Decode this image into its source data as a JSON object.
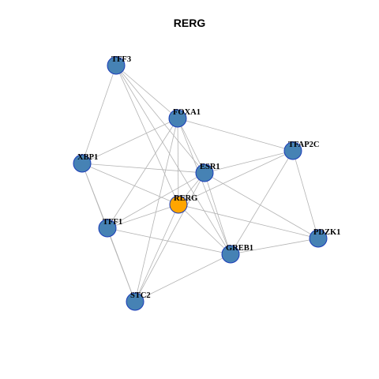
{
  "title": "RERG",
  "colors": {
    "node_default": "#4682b4",
    "node_highlight": "#ffa500",
    "node_border": "#1a3cb8",
    "edge": "#b3b3b3"
  },
  "nodes": [
    {
      "id": "TFF3",
      "label": "TFF3",
      "highlight": false
    },
    {
      "id": "FOXA1",
      "label": "FOXA1",
      "highlight": false
    },
    {
      "id": "TFAP2C",
      "label": "TFAP2C",
      "highlight": false
    },
    {
      "id": "XBP1",
      "label": "XBP1",
      "highlight": false
    },
    {
      "id": "ESR1",
      "label": "ESR1",
      "highlight": false
    },
    {
      "id": "RERG",
      "label": "RERG",
      "highlight": true
    },
    {
      "id": "TFF1",
      "label": "TFF1",
      "highlight": false
    },
    {
      "id": "PDZK1",
      "label": "PDZK1",
      "highlight": false
    },
    {
      "id": "GREB1",
      "label": "GREB1",
      "highlight": false
    },
    {
      "id": "STC2",
      "label": "STC2",
      "highlight": false
    }
  ],
  "edges": [
    [
      "TFF3",
      "FOXA1"
    ],
    [
      "TFF3",
      "ESR1"
    ],
    [
      "TFF3",
      "XBP1"
    ],
    [
      "TFF3",
      "RERG"
    ],
    [
      "TFF3",
      "GREB1"
    ],
    [
      "FOXA1",
      "TFAP2C"
    ],
    [
      "FOXA1",
      "XBP1"
    ],
    [
      "FOXA1",
      "ESR1"
    ],
    [
      "FOXA1",
      "RERG"
    ],
    [
      "FOXA1",
      "TFF1"
    ],
    [
      "FOXA1",
      "GREB1"
    ],
    [
      "FOXA1",
      "STC2"
    ],
    [
      "TFAP2C",
      "ESR1"
    ],
    [
      "TFAP2C",
      "RERG"
    ],
    [
      "TFAP2C",
      "GREB1"
    ],
    [
      "TFAP2C",
      "PDZK1"
    ],
    [
      "XBP1",
      "ESR1"
    ],
    [
      "XBP1",
      "RERG"
    ],
    [
      "XBP1",
      "TFF1"
    ],
    [
      "XBP1",
      "STC2"
    ],
    [
      "ESR1",
      "TFF1"
    ],
    [
      "ESR1",
      "RERG"
    ],
    [
      "ESR1",
      "GREB1"
    ],
    [
      "ESR1",
      "PDZK1"
    ],
    [
      "ESR1",
      "STC2"
    ],
    [
      "RERG",
      "TFF1"
    ],
    [
      "RERG",
      "GREB1"
    ],
    [
      "RERG",
      "PDZK1"
    ],
    [
      "RERG",
      "STC2"
    ],
    [
      "TFF1",
      "GREB1"
    ],
    [
      "TFF1",
      "STC2"
    ],
    [
      "GREB1",
      "PDZK1"
    ],
    [
      "GREB1",
      "STC2"
    ]
  ]
}
